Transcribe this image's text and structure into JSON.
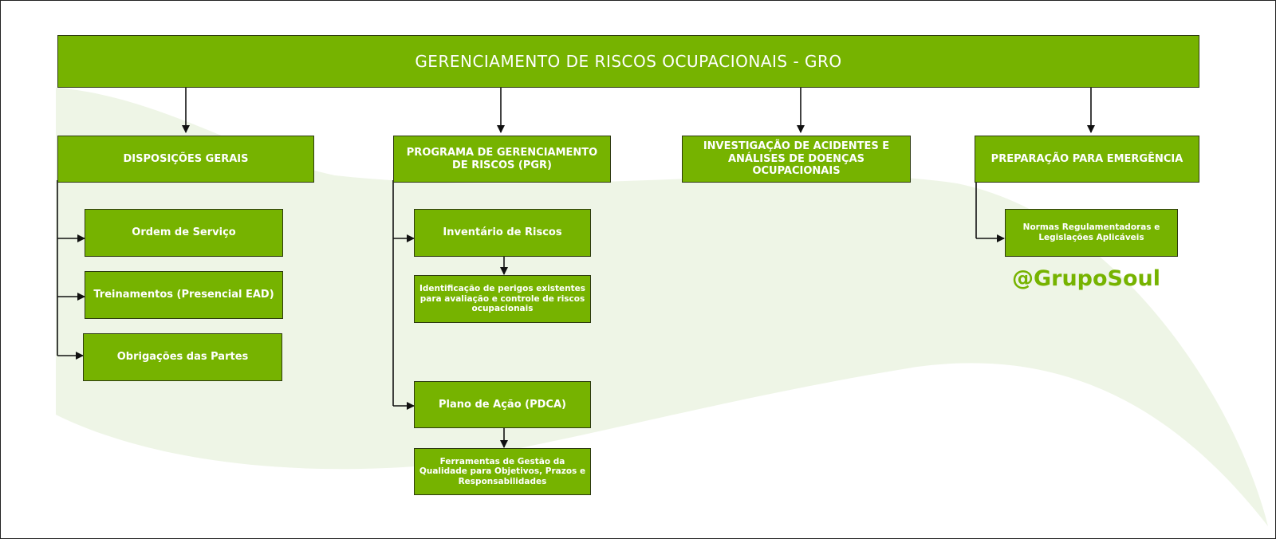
{
  "title": "GERENCIAMENTO DE RISCOS OCUPACIONAIS - GRO",
  "colors": {
    "box": "#76b300",
    "background_shape": "#eef5e6"
  },
  "sections": [
    {
      "label": "DISPOSIÇÕES GERAIS",
      "children": [
        "Ordem de Serviço",
        "Treinamentos (Presencial EAD)",
        "Obrigações das Partes"
      ]
    },
    {
      "label": "PROGRAMA DE GERENCIAMENTO DE RISCOS (PGR)",
      "children": [
        "Inventário de Riscos",
        "Identificação de perigos existentes para avaliação e controle de riscos ocupacionais",
        "Plano de Ação (PDCA)",
        "Ferramentas de Gestão da Qualidade para Objetivos, Prazos e Responsabilidades"
      ]
    },
    {
      "label": "INVESTIGAÇÃO DE ACIDENTES E ANÁLISES DE DOENÇAS OCUPACIONAIS",
      "children": []
    },
    {
      "label": "PREPARAÇÃO PARA EMERGÊNCIA",
      "children": [
        "Normas Regulamentadoras e Legislações Aplicáveis"
      ]
    }
  ],
  "brand": "@GrupoSoul"
}
